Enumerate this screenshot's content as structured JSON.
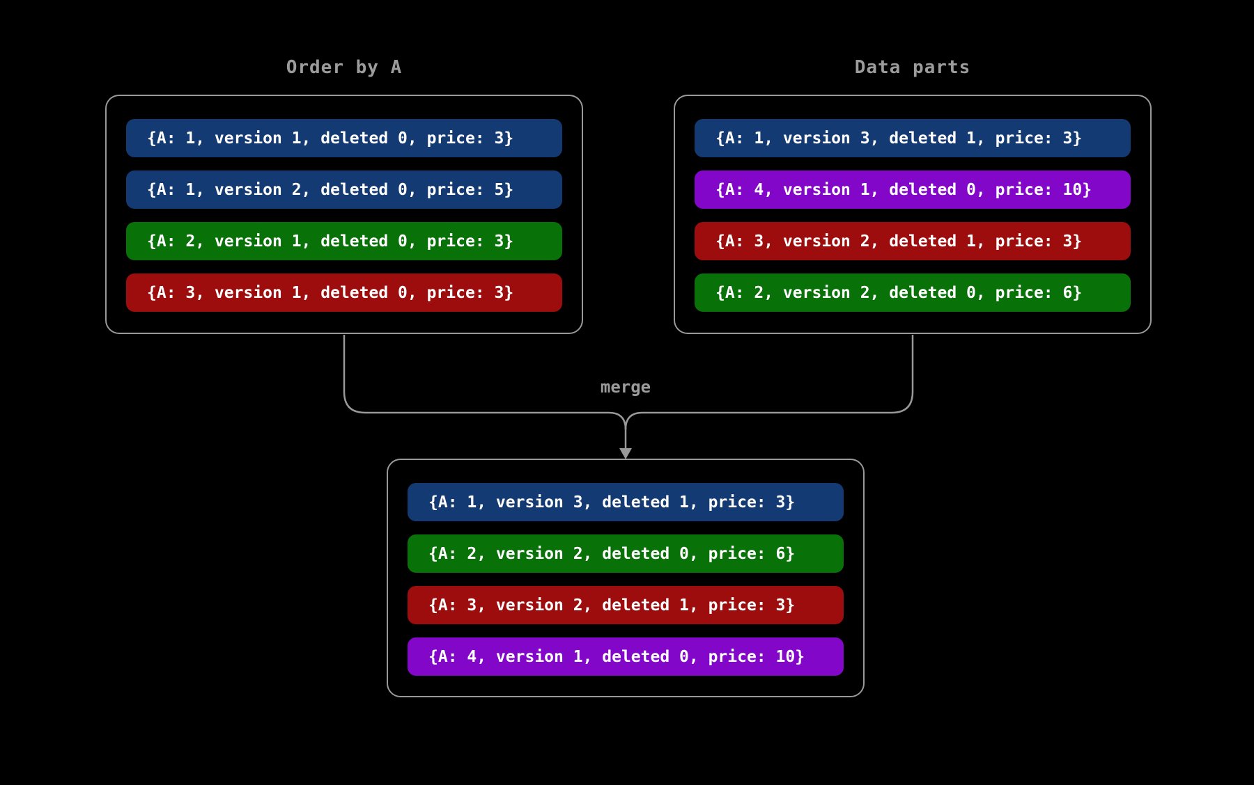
{
  "diagram_title_semantics": "merge of sorted parts",
  "merge_label": "merge",
  "colors": {
    "background": "#000000",
    "line": "#999999",
    "label_text": "#9c9c9c",
    "row_text": "#ffffff",
    "blue": "#133a72",
    "green": "#087108",
    "red": "#9e0d0d",
    "purple": "#8207c8"
  },
  "boxes": [
    {
      "id": "order-by-a",
      "title": "Order by A",
      "rows": [
        {
          "text": "{A: 1, version 1, deleted 0, price: 3}",
          "color": "blue"
        },
        {
          "text": "{A: 1, version 2, deleted 0, price: 5}",
          "color": "blue"
        },
        {
          "text": "{A: 2, version 1, deleted 0, price: 3}",
          "color": "green"
        },
        {
          "text": "{A: 3, version 1, deleted 0, price: 3}",
          "color": "red"
        }
      ]
    },
    {
      "id": "data-parts",
      "title": "Data parts",
      "rows": [
        {
          "text": "{A: 1, version 3, deleted 1, price: 3}",
          "color": "blue"
        },
        {
          "text": "{A: 4, version 1, deleted 0, price: 10}",
          "color": "purple"
        },
        {
          "text": "{A: 3, version 2, deleted 1, price: 3}",
          "color": "red"
        },
        {
          "text": "{A: 2, version 2, deleted 0, price: 6}",
          "color": "green"
        }
      ]
    },
    {
      "id": "merged-result",
      "title": "",
      "rows": [
        {
          "text": "{A: 1, version 3, deleted 1, price: 3}",
          "color": "blue"
        },
        {
          "text": "{A: 2, version 2, deleted 0, price: 6}",
          "color": "green"
        },
        {
          "text": "{A: 3, version 2, deleted 1, price: 3}",
          "color": "red"
        },
        {
          "text": "{A: 4, version 1, deleted 0, price: 10}",
          "color": "purple"
        }
      ]
    }
  ]
}
